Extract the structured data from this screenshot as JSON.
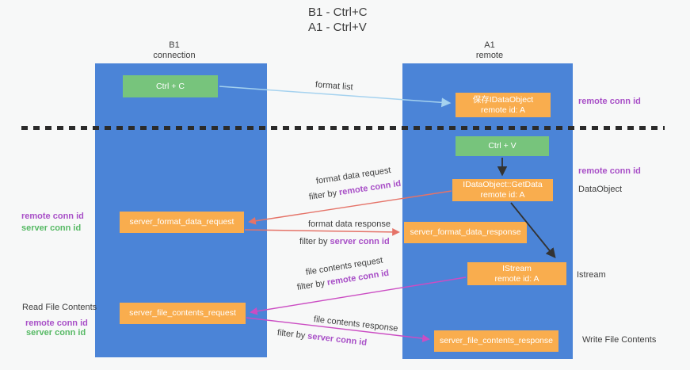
{
  "title": {
    "line1": "B1 - Ctrl+C",
    "line2": "A1 - Ctrl+V"
  },
  "columns": {
    "b1": {
      "name": "B1",
      "subtitle": "connection"
    },
    "a1": {
      "name": "A1",
      "subtitle": "remote"
    }
  },
  "boxes": {
    "ctrl_c": {
      "label": "Ctrl + C"
    },
    "save_dataobject": {
      "line1": "保存IDataObject",
      "line2": "remote id: A"
    },
    "ctrl_v": {
      "label": "Ctrl + V"
    },
    "getdata": {
      "line1": "IDataObject::GetData",
      "line2": "remote id: A"
    },
    "format_request": {
      "label": "server_format_data_request"
    },
    "format_response": {
      "label": "server_format_data_response"
    },
    "istream": {
      "line1": "IStream",
      "line2": "remote id: A"
    },
    "file_request": {
      "label": "server_file_contents_request"
    },
    "file_response": {
      "label": "server_file_contents_response"
    }
  },
  "flow_labels": {
    "format_list": "format list",
    "format_data_request": "format data request",
    "format_data_response": "format data response",
    "file_contents_request": "file contents request",
    "file_contents_response": "file contents response",
    "filter_by": "filter by ",
    "remote_conn_id": "remote conn id",
    "server_conn_id": "server conn id"
  },
  "side_labels": {
    "left_remote_conn_id": "remote conn id",
    "left_server_conn_id": "server conn id",
    "read_file_contents": "Read File Contents",
    "left_remote_conn_id_2": "remote conn id",
    "left_server_conn_id_2": "server conn id",
    "right_remote_conn_id_top": "remote conn id",
    "right_remote_conn_id_mid": "remote conn id",
    "dataobject": "DataObject",
    "istream": "Istream",
    "write_file_contents": "Write File Contents"
  },
  "colors": {
    "column_blue": "#4b84d7",
    "box_orange": "#f9ad4e",
    "box_green": "#77c47c",
    "arrow_light_blue": "#a5d2ef",
    "arrow_red": "#e57368",
    "arrow_magenta": "#cb4dc3",
    "arrow_black": "#333333",
    "label_purple": "#a84fc7",
    "label_green": "#56b964",
    "text_dark": "#3d3d3d",
    "background": "#f7f8f8"
  }
}
